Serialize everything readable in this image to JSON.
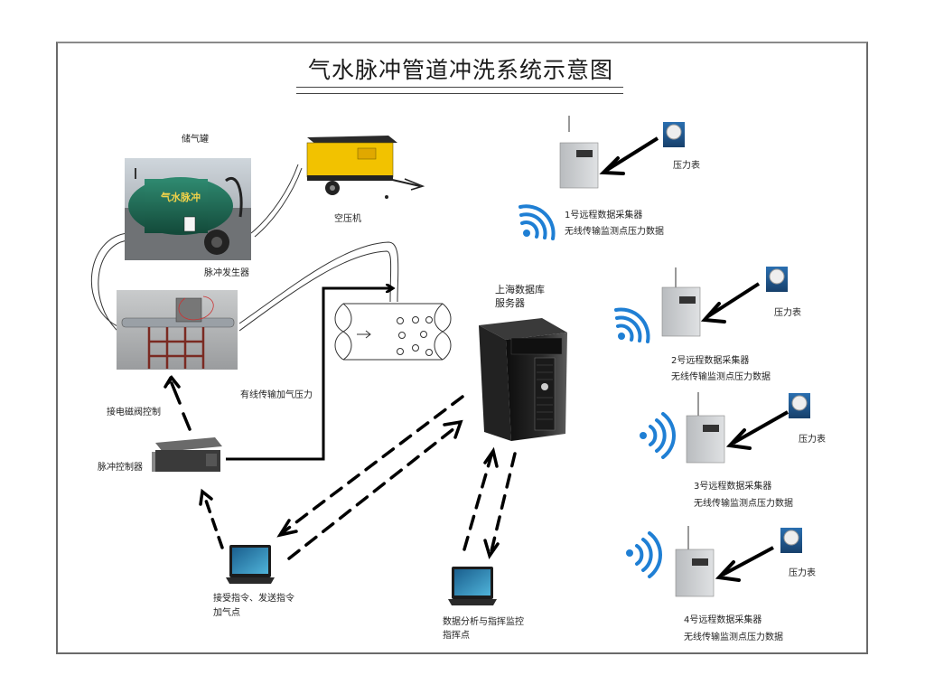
{
  "title": "气水脉冲管道冲洗系统示意图",
  "equipment": {
    "gas_tank": "储气罐",
    "tank_text": "气水脉冲",
    "air_compressor": "空压机",
    "pulse_generator": "脉冲发生器",
    "pulse_controller": "脉冲控制器",
    "solenoid_control": "接电磁阀控制",
    "wired_pressure": "有线传输加气压力",
    "server_line1": "上海数据库",
    "server_line2": "服务器",
    "laptop_left_line1": "接受指令、发送指令",
    "laptop_left_line2": "加气点",
    "laptop_right_line1": "数据分析与指挥监控",
    "laptop_right_line2": "指挥点"
  },
  "collectors": [
    {
      "name": "1号远程数据采集器",
      "desc": "无线传输监测点压力数据",
      "gauge": "压力表"
    },
    {
      "name": "2号远程数据采集器",
      "desc": "无线传输监测点压力数据",
      "gauge": "压力表"
    },
    {
      "name": "3号远程数据采集器",
      "desc": "无线传输监测点压力数据",
      "gauge": "压力表"
    },
    {
      "name": "4号远程数据采集器",
      "desc": "无线传输监测点压力数据",
      "gauge": "压力表"
    }
  ],
  "pipe": {
    "flow_arrow": "→"
  },
  "colors": {
    "tank": "#1f6b55",
    "compressor": "#f2c200",
    "wifi": "#1f7fd4",
    "server": "#1b1b1b",
    "frame": "#6a6a6a"
  }
}
